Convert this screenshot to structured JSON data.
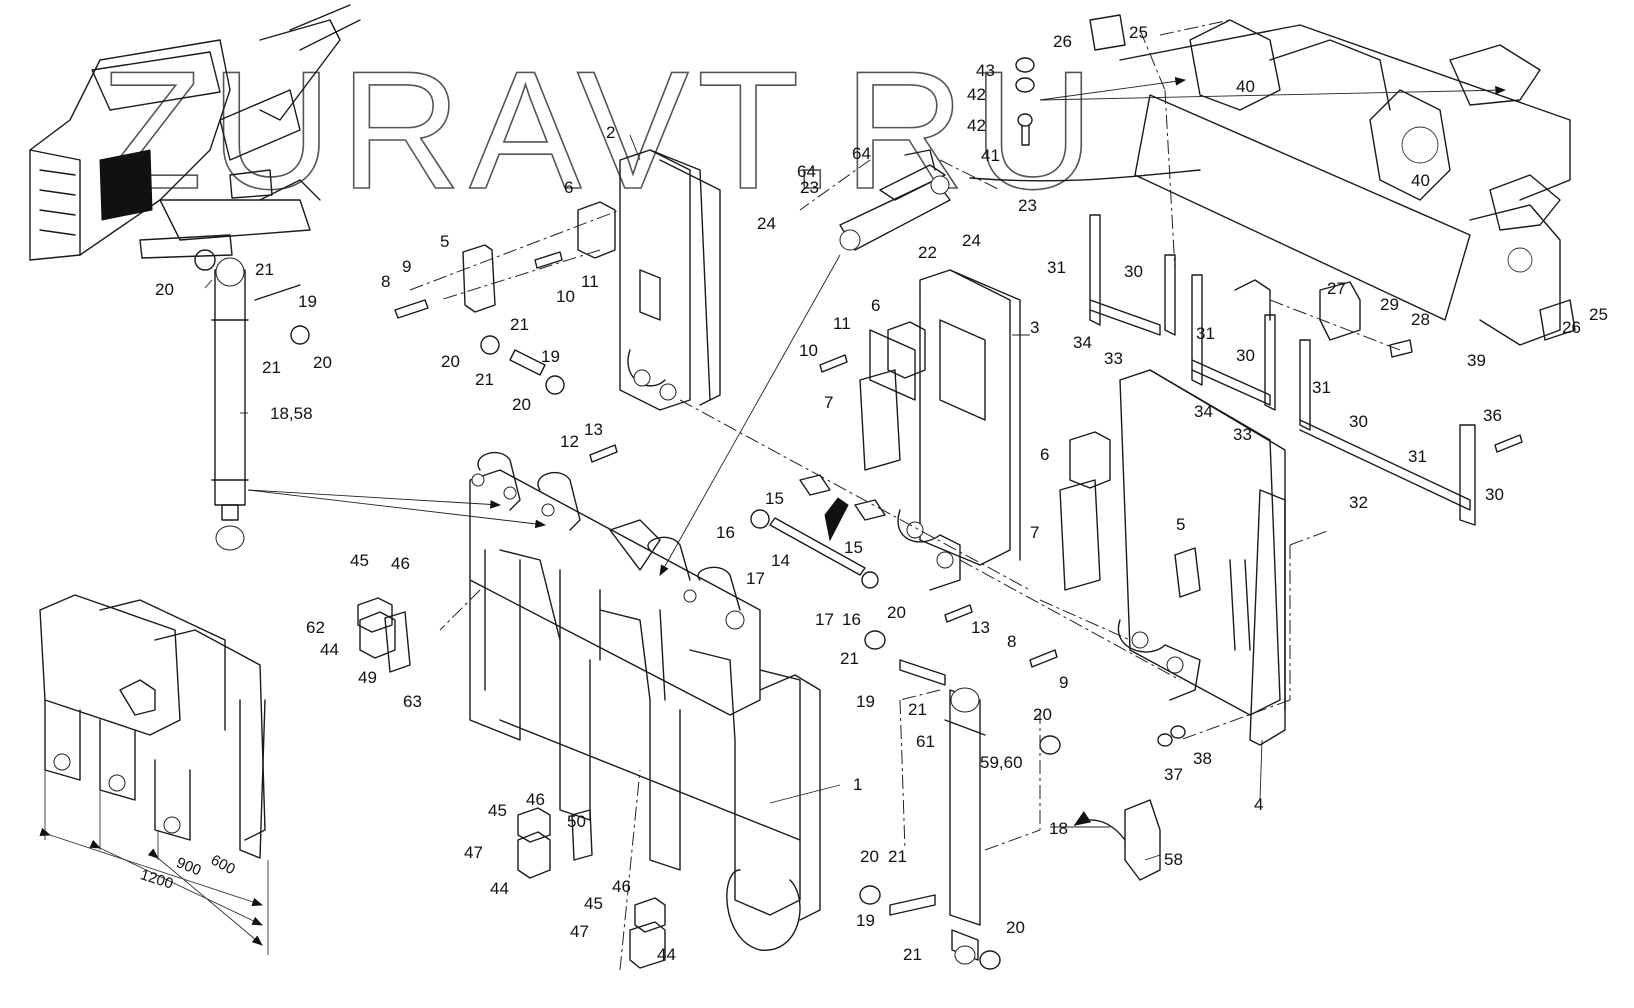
{
  "watermark": "ZURAVT.RU",
  "colors": {
    "line": "#1a1a1a",
    "background": "#ffffff",
    "arrow": "#111111"
  },
  "dimensions": {
    "d1200": "1200",
    "d900": "900",
    "d600": "600"
  },
  "callouts": {
    "c1": "1",
    "c2": "2",
    "c3": "3",
    "c4": "4",
    "c5a": "5",
    "c5b": "5",
    "c6a": "6",
    "c6b": "6",
    "c6c": "6",
    "c7a": "7",
    "c7b": "7",
    "c8a": "8",
    "c8b": "8",
    "c9a": "9",
    "c9b": "9",
    "c10a": "10",
    "c10b": "10",
    "c11a": "11",
    "c11b": "11",
    "c12": "12",
    "c13a": "13",
    "c13b": "13",
    "c14": "14",
    "c15a": "15",
    "c15b": "15",
    "c16a": "16",
    "c16b": "16",
    "c17a": "17",
    "c17b": "17",
    "c18": "18",
    "c1858": "18,58",
    "c19a": "19",
    "c19b": "19",
    "c19c": "19",
    "c19d": "19",
    "c20a": "20",
    "c20b": "20",
    "c20c": "20",
    "c20d": "20",
    "c20e": "20",
    "c20f": "20",
    "c20g": "20",
    "c20h": "20",
    "c21a": "21",
    "c21b": "21",
    "c21c": "21",
    "c21d": "21",
    "c21e": "21",
    "c21f": "21",
    "c21g": "21",
    "c21h": "21",
    "c22": "22",
    "c23a": "23",
    "c23b": "23",
    "c24a": "24",
    "c24b": "24",
    "c25a": "25",
    "c25b": "25",
    "c26a": "26",
    "c26b": "26",
    "c27": "27",
    "c28": "28",
    "c29": "29",
    "c30a": "30",
    "c30b": "30",
    "c30c": "30",
    "c30d": "30",
    "c31a": "31",
    "c31b": "31",
    "c31c": "31",
    "c31d": "31",
    "c32": "32",
    "c33a": "33",
    "c33b": "33",
    "c34a": "34",
    "c34b": "34",
    "c36": "36",
    "c37": "37",
    "c38": "38",
    "c39": "39",
    "c40a": "40",
    "c40b": "40",
    "c41": "41",
    "c42a": "42",
    "c42b": "42",
    "c43": "43",
    "c44a": "44",
    "c44b": "44",
    "c44c": "44",
    "c45a": "45",
    "c45b": "45",
    "c45c": "45",
    "c46a": "46",
    "c46b": "46",
    "c46c": "46",
    "c47a": "47",
    "c47b": "47",
    "c49": "49",
    "c50": "50",
    "c58": "58",
    "c5960": "59,60",
    "c61": "61",
    "c62": "62",
    "c63": "63",
    "c64a": "64",
    "c64b": "64"
  }
}
